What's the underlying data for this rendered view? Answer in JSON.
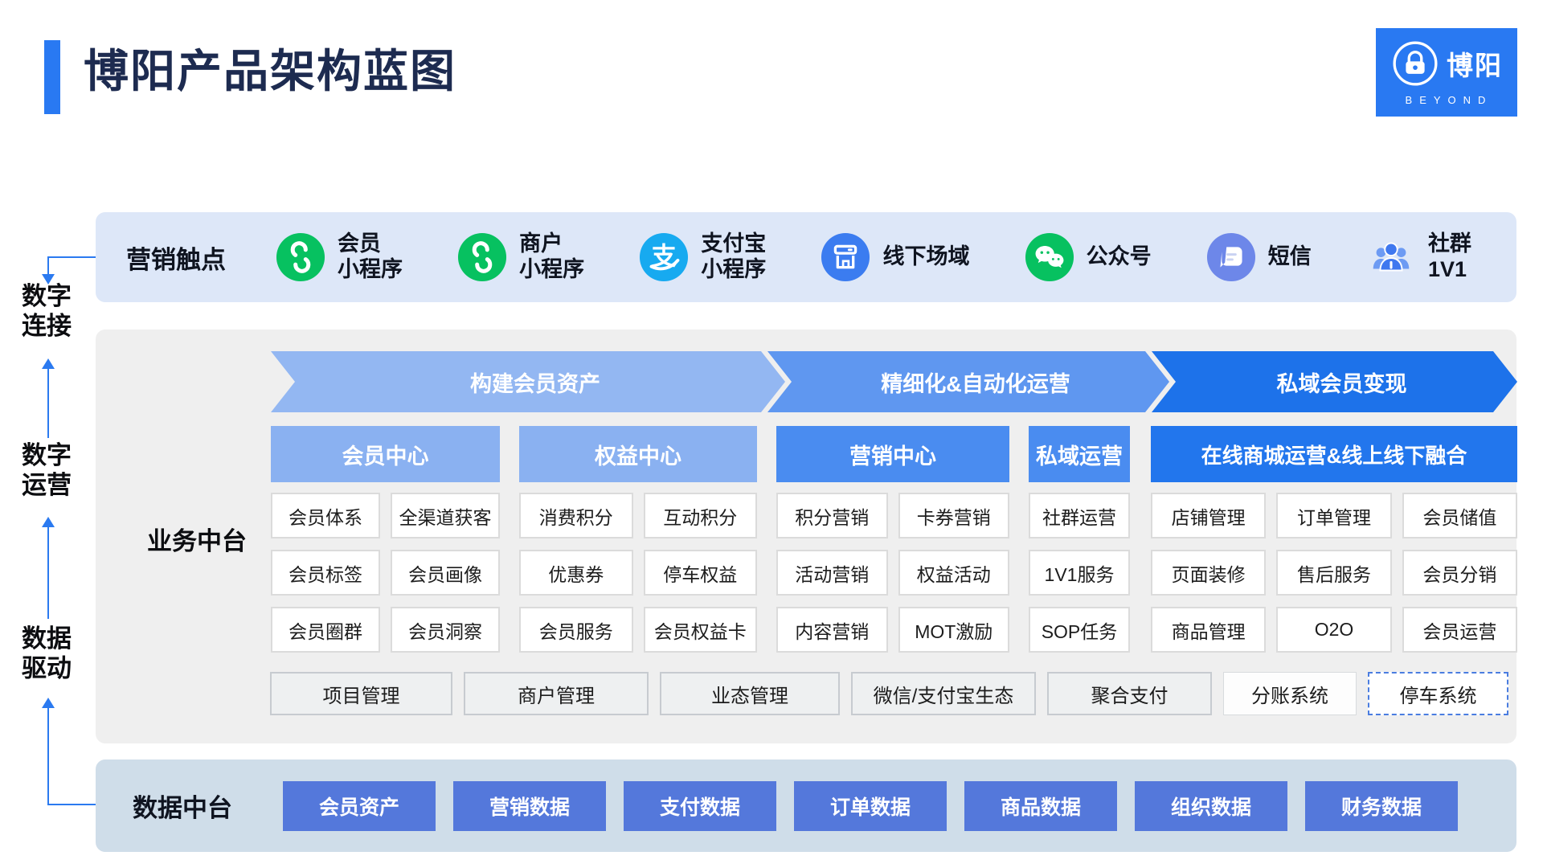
{
  "page": {
    "title": "博阳产品架构蓝图"
  },
  "logo": {
    "name": "博阳",
    "sub": "BEYOND"
  },
  "rail": {
    "labels": [
      "数字\n连接",
      "数字\n运营",
      "数据\n驱动"
    ]
  },
  "touchpoints": {
    "label": "营销触点",
    "items": [
      {
        "icon": "miniprogram-icon",
        "label": "会员\n小程序"
      },
      {
        "icon": "miniprogram-icon",
        "label": "商户\n小程序"
      },
      {
        "icon": "alipay-icon",
        "label": "支付宝\n小程序"
      },
      {
        "icon": "storefront-icon",
        "label": "线下场域"
      },
      {
        "icon": "wechat-icon",
        "label": "公众号"
      },
      {
        "icon": "sms-icon",
        "label": "短信"
      },
      {
        "icon": "community-icon",
        "label": "社群\n1V1"
      }
    ]
  },
  "business": {
    "label": "业务中台",
    "arrows": [
      "构建会员资产",
      "精细化&自动化运营",
      "私域会员变现"
    ],
    "columns": [
      {
        "header": "会员中心",
        "cells": [
          [
            "会员体系",
            "全渠道获客"
          ],
          [
            "会员标签",
            "会员画像"
          ],
          [
            "会员圈群",
            "会员洞察"
          ]
        ]
      },
      {
        "header": "权益中心",
        "cells": [
          [
            "消费积分",
            "互动积分"
          ],
          [
            "优惠券",
            "停车权益"
          ],
          [
            "会员服务",
            "会员权益卡"
          ]
        ]
      },
      {
        "header": "营销中心",
        "cells": [
          [
            "积分营销",
            "卡券营销"
          ],
          [
            "活动营销",
            "权益活动"
          ],
          [
            "内容营销",
            "MOT激励"
          ]
        ]
      },
      {
        "header": "私域运营",
        "cells": [
          [
            "社群运营"
          ],
          [
            "1V1服务"
          ],
          [
            "SOP任务"
          ]
        ]
      },
      {
        "header": "在线商城运营&线上线下融合",
        "cells": [
          [
            "店铺管理",
            "订单管理",
            "会员储值"
          ],
          [
            "页面装修",
            "售后服务",
            "会员分销"
          ],
          [
            "商品管理",
            "O2O",
            "会员运营"
          ]
        ]
      }
    ],
    "utilities": [
      "项目管理",
      "商户管理",
      "业态管理",
      "微信/支付宝生态",
      "聚合支付",
      "分账系统",
      "停车系统"
    ]
  },
  "data_platform": {
    "label": "数据中台",
    "items": [
      "会员资产",
      "营销数据",
      "支付数据",
      "订单数据",
      "商品数据",
      "组织数据",
      "财务数据"
    ]
  },
  "colors": {
    "accent": "#2979f2",
    "title_text": "#1d2b50",
    "touchbar_bg": "#dde7f8",
    "panel_bg": "#efefef",
    "databar_bg": "#cfdde9",
    "arrow_light": "#93b7f2",
    "arrow_mid": "#5f97f0",
    "arrow_dark": "#1d72ea",
    "header_light": "#8ab1f1",
    "header_mid": "#4a8cf0",
    "header_dark": "#2276ed",
    "data_box_blue": "#5478db",
    "flow_line": "#2b7af0",
    "wechat_green": "#07c160",
    "alipay_blue": "#17aaf0",
    "sms_blue": "#6d87e9",
    "store_blue": "#3b7cf0",
    "community_blue": "#4b82f0"
  }
}
